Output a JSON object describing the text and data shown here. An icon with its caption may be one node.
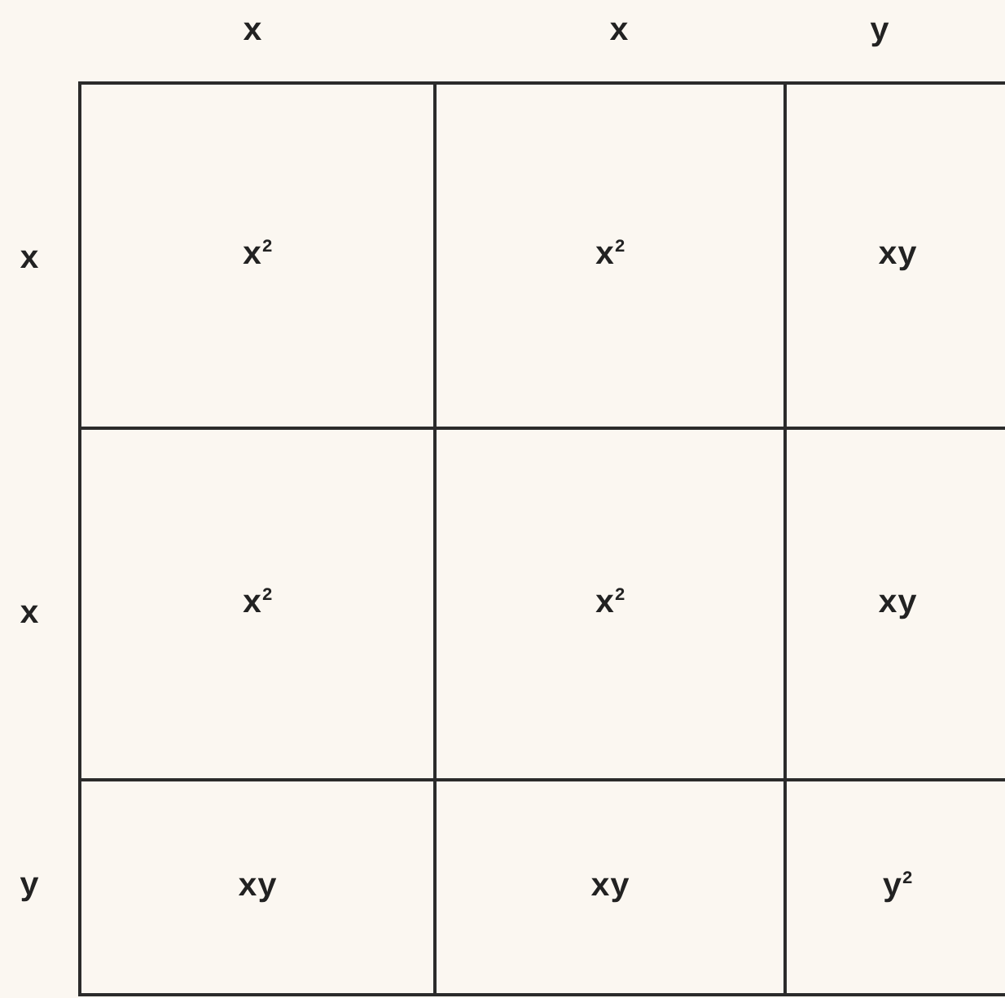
{
  "diagram": {
    "nodes": [
      {
        "text": [
          "x$^{2}$"
        ]
      },
      {
        "text": [
          "x$^{2}$"
        ]
      },
      {
        "text": [
          "xy"
        ]
      },
      {
        "text": [
          "x$^{2}$"
        ]
      },
      {
        "text": [
          "x$^{2}$"
        ]
      },
      {
        "text": [
          "xy"
        ]
      },
      {
        "text": [
          "xy"
        ]
      },
      {
        "text": [
          "xy"
        ]
      },
      {
        "text": [
          "y$^{2}$"
        ]
      }
    ],
    "labels": [
      "x",
      "x",
      "y",
      "x",
      "x",
      "y"
    ]
  }
}
